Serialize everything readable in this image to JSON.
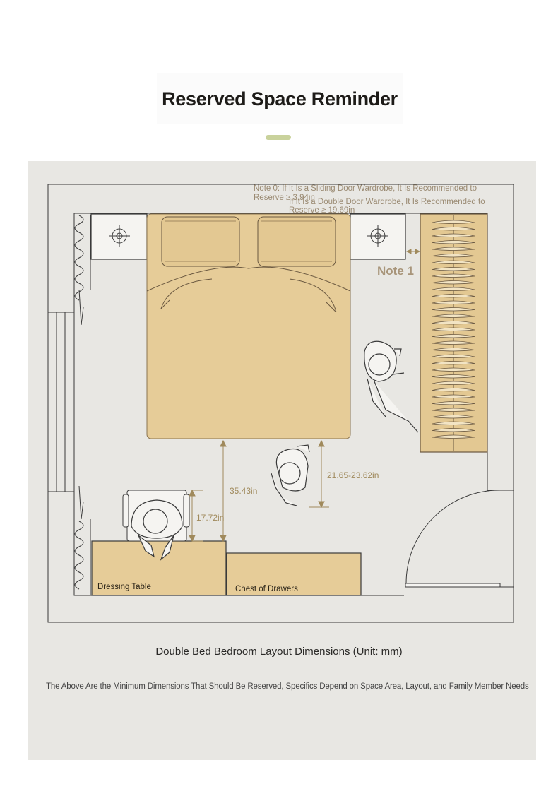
{
  "header": {
    "title": "Reserved Space Reminder"
  },
  "diagram": {
    "notes": {
      "sliding_1": "Note 0: If It Is a Sliding Door Wardrobe, It Is Recommended to",
      "sliding_2": "Reserve ≥ 3.94in",
      "double_1": "If It Is a Double Door Wardrobe, It Is Recommended to",
      "double_2": "Reserve ≥ 19.69in",
      "note1_marker": "Note 1"
    },
    "dimensions": {
      "bed_to_wall": "35.43in",
      "walkway": "21.65-23.62in",
      "chair_clearance": "17.72in"
    },
    "furniture": {
      "dressing_table": "Dressing Table",
      "chest_of_drawers": "Chest of Drawers"
    },
    "colors": {
      "furniture_fill": "#e6cc98",
      "wall_stroke": "#3a3a3a",
      "dimension_color": "#a08a5c",
      "panel_bg": "#e8e7e3"
    }
  },
  "footer": {
    "caption": "Double Bed Bedroom Layout Dimensions (Unit: mm)",
    "subcaption": "The Above Are the Minimum Dimensions That Should Be Reserved, Specifics Depend on Space Area, Layout, and Family Member Needs"
  }
}
